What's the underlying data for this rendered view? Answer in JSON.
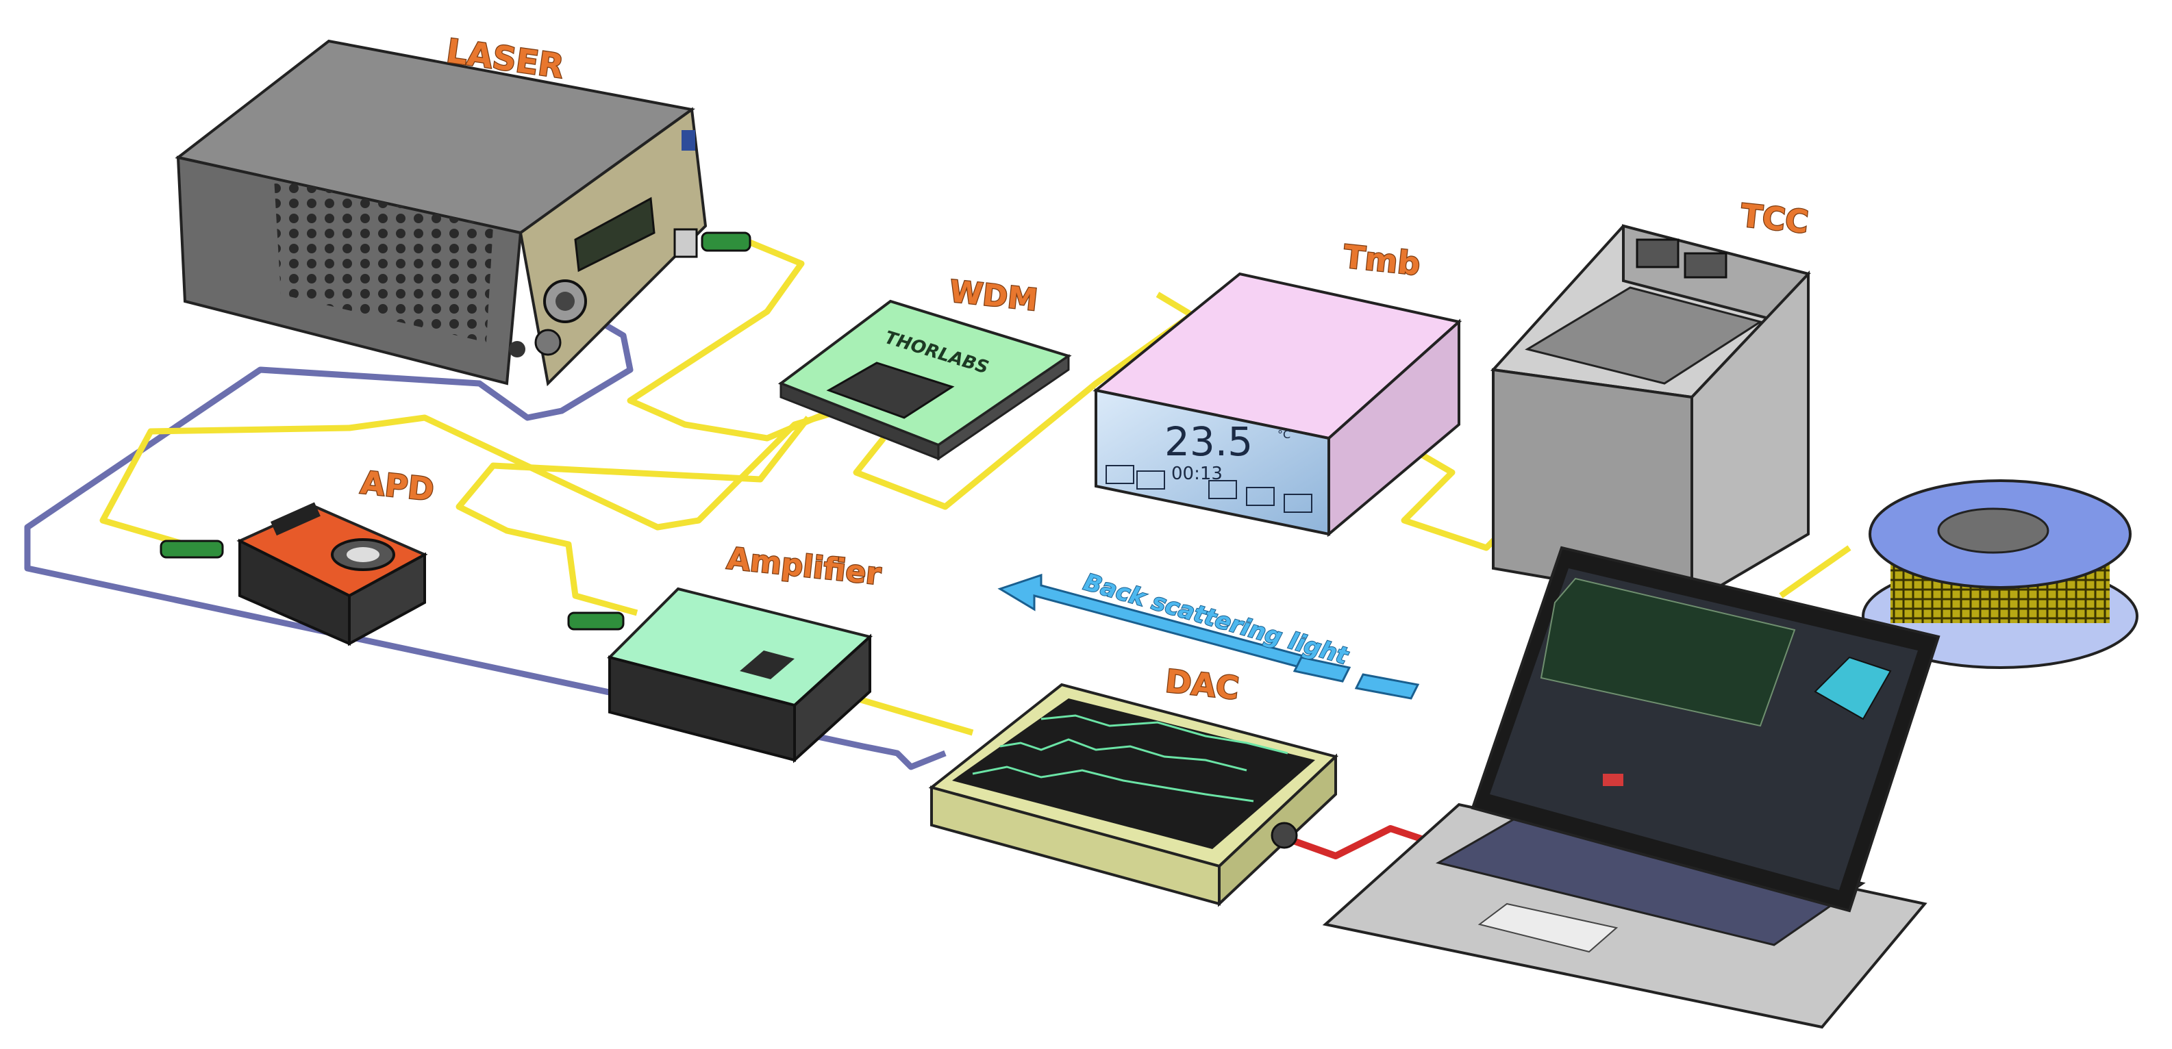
{
  "labels": {
    "laser": "LASER",
    "wdm": "WDM",
    "tmb": "Tmb",
    "tcc": "TCC",
    "apd": "APD",
    "amplifier": "Amplifier",
    "dac": "DAC",
    "back_scattering": "Back scattering light"
  },
  "wdm_brand": "THORLABS",
  "tmb_display": {
    "temperature": "23.5",
    "unit": "°C",
    "time": "00:13"
  },
  "colors": {
    "label_orange": "#e8772e",
    "fiber_yellow": "#f3e233",
    "cable_purple": "#6b6fae",
    "cable_red": "#d42a2a",
    "arrow_blue": "#4db8ef",
    "fiber_connector_green": "#2f8f3c"
  }
}
